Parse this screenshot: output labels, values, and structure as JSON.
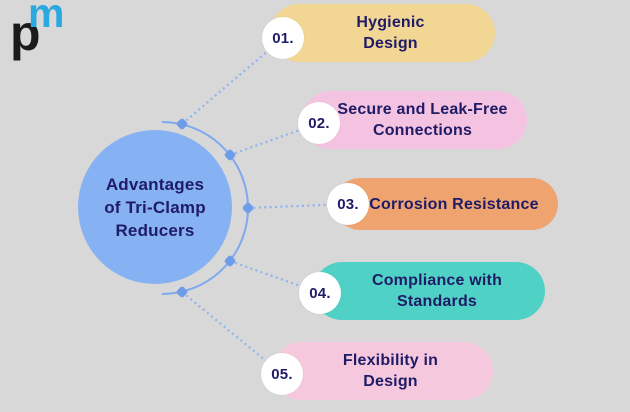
{
  "canvas": {
    "background": "#d8d8d8"
  },
  "logo": {
    "p": "p",
    "m": "m",
    "p_color": "#1b1b1b",
    "m_color": "#2aa9e0"
  },
  "hub": {
    "lines": [
      "Advantages",
      "of Tri-Clamp",
      "Reducers"
    ],
    "fill": "#86b1f3",
    "text_color": "#1f1b66"
  },
  "connectors": {
    "arc_color": "#7fa9ef",
    "node_color": "#6f9ce9",
    "dot_color": "#8fb3f0"
  },
  "items": [
    {
      "number": "01.",
      "lines": [
        "Hygienic",
        "Design"
      ],
      "fill": "#f2d694"
    },
    {
      "number": "02.",
      "lines": [
        "Secure and Leak-Free",
        "Connections"
      ],
      "fill": "#f4c3e1"
    },
    {
      "number": "03.",
      "lines": [
        "Corrosion Resistance"
      ],
      "fill": "#efa470"
    },
    {
      "number": "04.",
      "lines": [
        "Compliance with",
        "Standards"
      ],
      "fill": "#4fd1c5"
    },
    {
      "number": "05.",
      "lines": [
        "Flexibility in",
        "Design"
      ],
      "fill": "#f6c8de"
    }
  ],
  "text_color": "#1f1b66",
  "number_circle_color": "#ffffff"
}
